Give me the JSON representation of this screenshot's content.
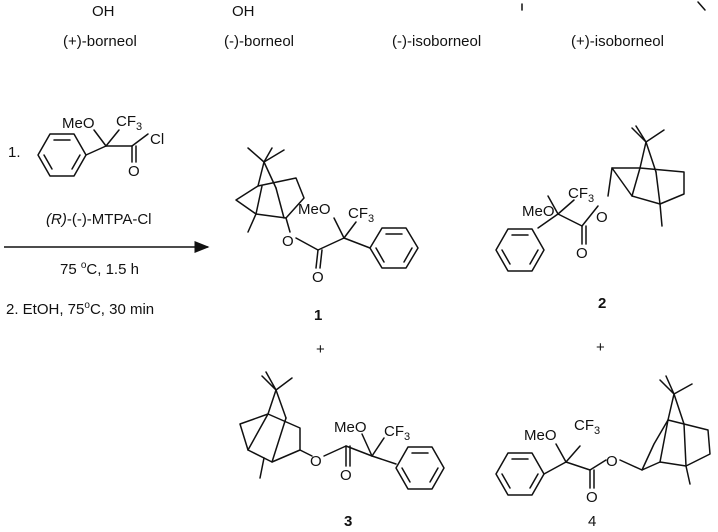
{
  "top_row": {
    "oh_labels": [
      "OH",
      "OH"
    ],
    "names": [
      "(+)-borneol",
      "(-)-borneol",
      "(-)-isoborneol",
      "(+)-isoborneol"
    ]
  },
  "reagent": {
    "step1_number": "1.",
    "atoms": {
      "methoxy": "MeO",
      "cf3": "CF3",
      "chloro": "Cl",
      "carbonyl_o": "O"
    },
    "name_prefix": "(R)",
    "name_suffix": "-(-)-MTPA-Cl",
    "conditions_step1": "75 °C, 1.5 h",
    "step2": "2. EtOH, 75°C, 30 min"
  },
  "products": [
    {
      "label": "1",
      "bold": true,
      "atoms": {
        "methoxy": "MeO",
        "cf3": "CF3",
        "ester_o": "O",
        "carbonyl_o": "O"
      }
    },
    {
      "label": "2",
      "bold": true,
      "atoms": {
        "methoxy": "MeO",
        "cf3": "CF3",
        "ester_o": "O",
        "carbonyl_o": "O"
      }
    },
    {
      "label": "3",
      "bold": true,
      "atoms": {
        "methoxy": "MeO",
        "cf3": "CF3",
        "ester_o": "O",
        "carbonyl_o": "O"
      }
    },
    {
      "label": "4",
      "bold": false,
      "atoms": {
        "methoxy": "MeO",
        "cf3": "CF3",
        "ester_o": "O",
        "carbonyl_o": "O"
      }
    }
  ],
  "plus_signs": [
    "+",
    "+"
  ]
}
